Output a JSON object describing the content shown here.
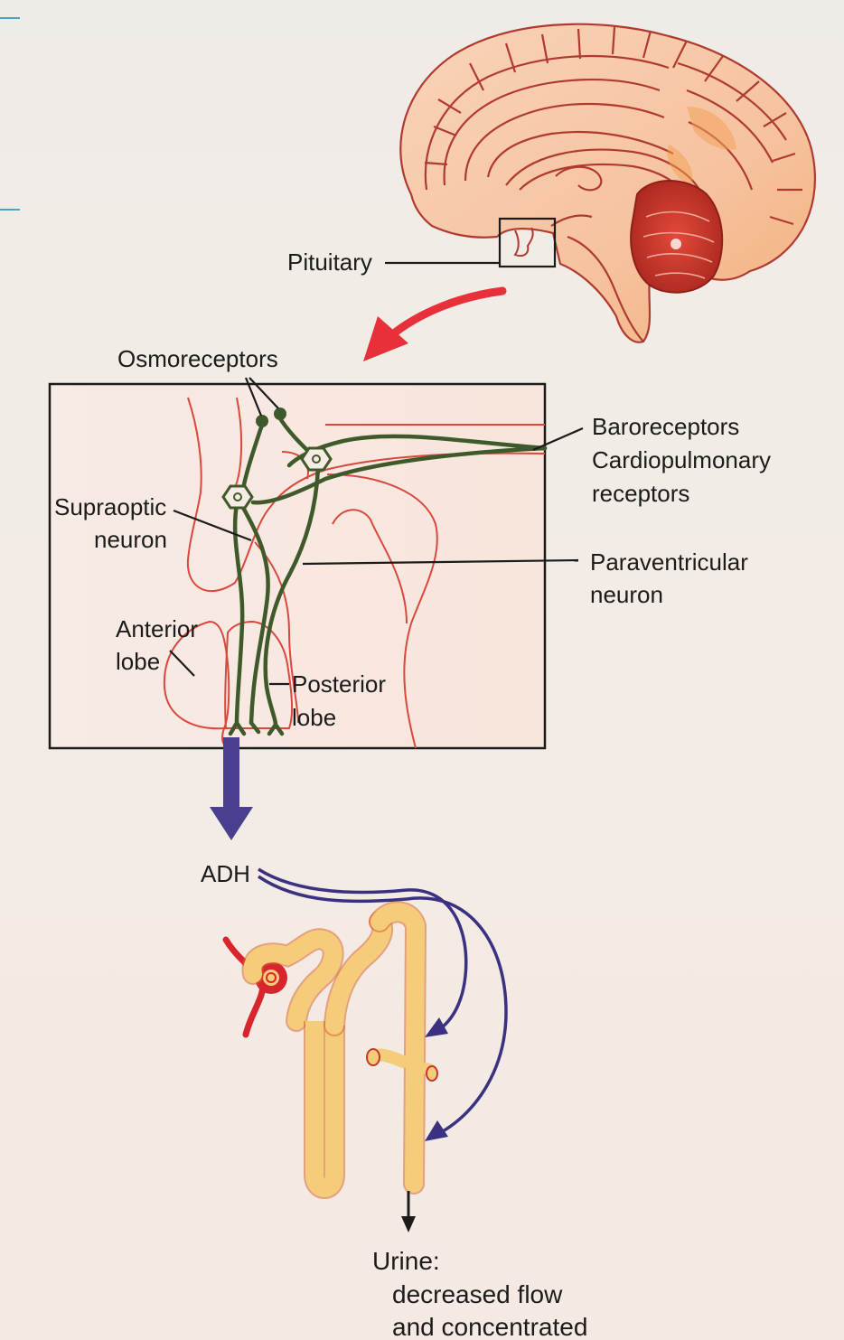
{
  "labels": {
    "pituitary": "Pituitary",
    "osmoreceptors": "Osmoreceptors",
    "baroreceptors_line1": "Baroreceptors",
    "baroreceptors_line2": "Cardiopulmonary",
    "baroreceptors_line3": "receptors",
    "supraoptic_line1": "Supraoptic",
    "supraoptic_line2": "neuron",
    "paraventricular_line1": "Paraventricular",
    "paraventricular_line2": "neuron",
    "anterior_line1": "Anterior",
    "anterior_line2": "lobe",
    "posterior_line1": "Posterior",
    "posterior_line2": "lobe",
    "adh": "ADH",
    "urine_line1": "Urine:",
    "urine_line2": "decreased flow",
    "urine_line3": "and concentrated"
  },
  "colors": {
    "background": "#f1ece6",
    "brain_fill": "#f6c7a6",
    "brain_outline": "#b03a30",
    "cerebellum": "#c7372c",
    "nerve": "#3f5a2a",
    "red_arrow": "#e8303a",
    "purple_arrow": "#4a3f8f",
    "nephron_fill": "#f5cc7a",
    "vessel": "#d8242c"
  }
}
